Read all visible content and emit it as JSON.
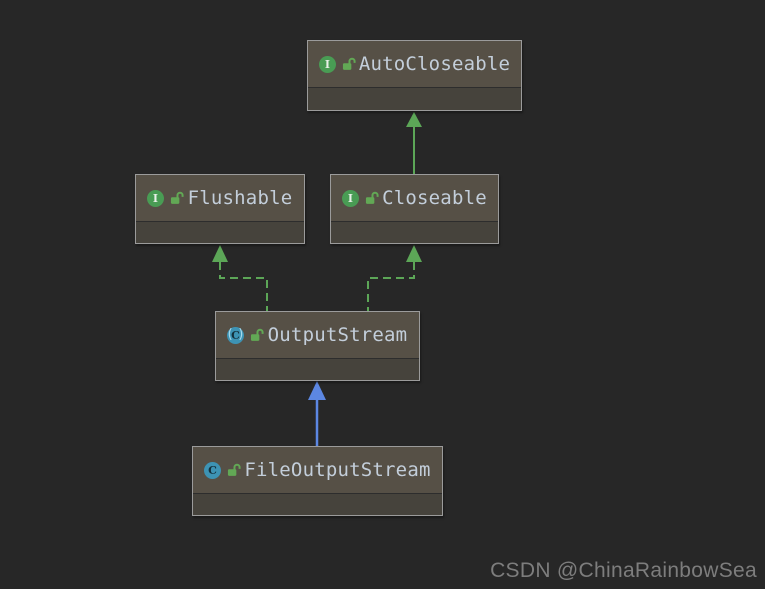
{
  "diagram": {
    "type": "uml-class-diagram",
    "nodes": [
      {
        "id": "AutoCloseable",
        "label": "AutoCloseable",
        "kind": "interface",
        "icon": "interface-icon",
        "icon_letter": "I",
        "visibility": "public"
      },
      {
        "id": "Flushable",
        "label": "Flushable",
        "kind": "interface",
        "icon": "interface-icon",
        "icon_letter": "I",
        "visibility": "public"
      },
      {
        "id": "Closeable",
        "label": "Closeable",
        "kind": "interface",
        "icon": "interface-icon",
        "icon_letter": "I",
        "visibility": "public"
      },
      {
        "id": "OutputStream",
        "label": "OutputStream",
        "kind": "abstract-class",
        "icon": "abstract-class-icon",
        "icon_letter": "C",
        "paren_left": "(",
        "paren_right": ")",
        "visibility": "public"
      },
      {
        "id": "FileOutputStream",
        "label": "FileOutputStream",
        "kind": "class",
        "icon": "class-icon",
        "icon_letter": "C",
        "visibility": "public"
      }
    ],
    "edges": [
      {
        "from": "Closeable",
        "to": "AutoCloseable",
        "relation": "extends",
        "line": "solid",
        "color": "#5ca657"
      },
      {
        "from": "OutputStream",
        "to": "Flushable",
        "relation": "implements",
        "line": "dashed",
        "color": "#5ca657"
      },
      {
        "from": "OutputStream",
        "to": "Closeable",
        "relation": "implements",
        "line": "dashed",
        "color": "#5ca657"
      },
      {
        "from": "FileOutputStream",
        "to": "OutputStream",
        "relation": "extends",
        "line": "solid",
        "color": "#5c87e2"
      }
    ]
  },
  "watermark": {
    "text": "CSDN @ChinaRainbowSea"
  },
  "colors": {
    "bg": "#272727",
    "node-border": "#9b9b9b",
    "header-bg": "#565046",
    "body-bg": "#46433c",
    "label": "#c3ceda",
    "icon-interface": "#499c54",
    "icon-class": "#3d93b4",
    "lock-green": "#62a855",
    "edge-green": "#5ca657",
    "edge-blue": "#5c87e2",
    "watermark": "#7d7d7d"
  }
}
